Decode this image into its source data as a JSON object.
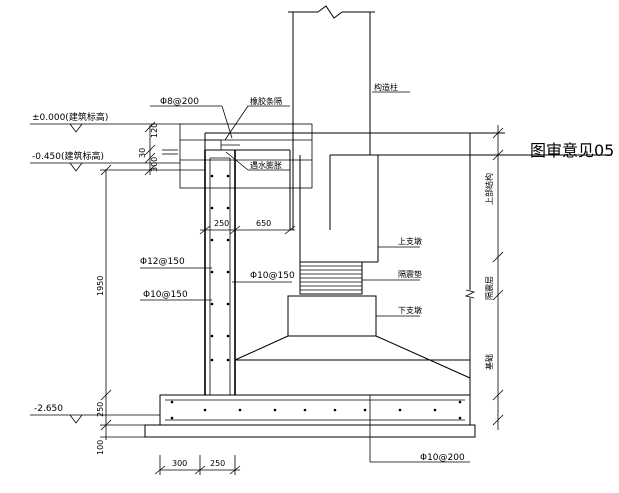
{
  "annotations": {
    "review_note": "图审意见05",
    "rebar_phi8_200": "Φ8@200",
    "rebar_phi12_150": "Φ12@150",
    "rebar_phi10_150_left": "Φ10@150",
    "rebar_phi10_150_mid": "Φ10@150",
    "rebar_phi10_200": "Φ10@200",
    "label_rubber_joint": "橡胶条隔",
    "label_sealant": "遇水膨胀",
    "label_upper_pedestal": "上支墩",
    "label_isolator": "隔震垫",
    "label_lower_pedestal": "下支墩",
    "label_column": "构造柱",
    "label_upper_structure": "上部结构",
    "label_isolation_layer": "隔震层",
    "label_foundation": "基础"
  },
  "elevations": {
    "top": "±0.000(建筑标高)",
    "mid": "-0.450(建筑标高)",
    "bottom": "-2.650"
  },
  "dimensions": {
    "d_120": "120",
    "d_30": "30",
    "d_300_left": "300",
    "d_250_top": "250",
    "d_650": "650",
    "d_1950": "1950",
    "d_250_v": "250",
    "d_100": "100",
    "d_300_bottom": "300",
    "d_250_bottom": "250"
  }
}
